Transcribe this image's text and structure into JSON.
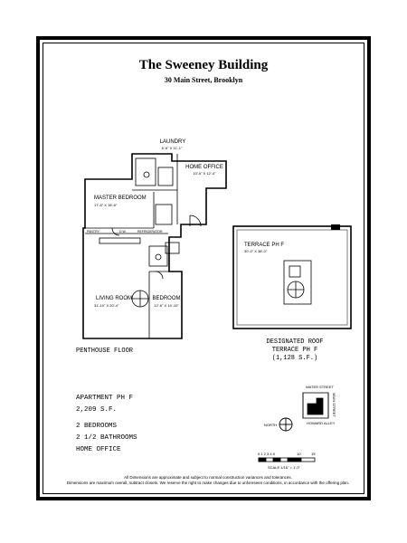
{
  "header": {
    "title": "The Sweeney Building",
    "address": "30 Main Street, Brooklyn"
  },
  "penthouse": {
    "floor_label": "PENTHOUSE FLOOR",
    "rooms": {
      "laundry": {
        "name": "LAUNDRY",
        "dims": "6'-6\" X 11'-1\""
      },
      "home_office": {
        "name": "HOME OFFICE",
        "dims": "10'-5\" X 12'-4\""
      },
      "master_bedroom": {
        "name": "MASTER BEDROOM",
        "dims": "17'-6\" X 16'-6\""
      },
      "pantry": {
        "name": "PANTRY"
      },
      "dw": {
        "name": "D.W."
      },
      "refrigerator": {
        "name": "REFRIGERATOR"
      },
      "living_room": {
        "name": "LIVING ROOM",
        "dims": "31'-10\" X 20'-4\""
      },
      "bedroom": {
        "name": "BEDROOM",
        "dims": "12'-6\" X 14'-10\""
      }
    }
  },
  "roof": {
    "terrace_label": "TERRACE PH F",
    "terrace_dims": "30'-0\" X 38'-0\"",
    "caption_line1": "DESIGNATED ROOF",
    "caption_line2": "TERRACE PH F",
    "caption_line3": "(1,128 S.F.)"
  },
  "apartment": {
    "name": "APARTMENT PH F",
    "area": "2,209 S.F.",
    "bedrooms": "2 BEDROOMS",
    "bathrooms": "2 1/2 BATHROOMS",
    "office": "HOME OFFICE"
  },
  "map": {
    "street_top": "WATER STREET",
    "street_right": "MAIN STREET",
    "street_bottom": "HOWARD ALLEY",
    "north": "NORTH"
  },
  "scale": {
    "ticks": "0 1 2 3 4 5",
    "ten": "10'",
    "fifteen": "15'",
    "label": "SCALE 1/16\" = 1'-0\""
  },
  "footnote": {
    "line1": "All Dimensions are approximate and subject to normal construction variances and tolerances.",
    "line2": "Dimensions are maximum overall, subtract closets. We reserve the right to make changes due to unforeseen conditions, in accordance with the offering plan."
  }
}
